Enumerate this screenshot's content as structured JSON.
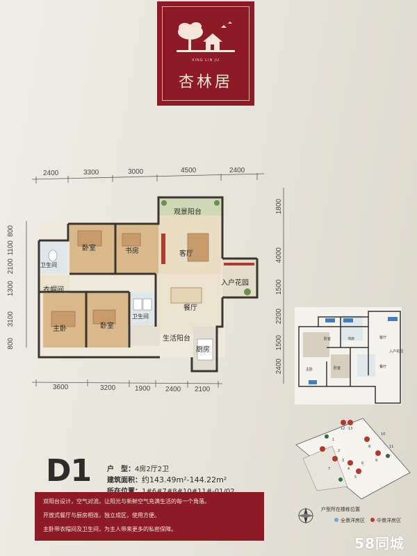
{
  "logo": {
    "name": "杏林居",
    "subtitle": "XING LIN JU"
  },
  "dimensions": {
    "top": [
      "2400",
      "3300",
      "3000",
      "4500",
      "2400"
    ],
    "bottom": [
      "3600",
      "3200",
      "1900",
      "2400",
      "2100"
    ],
    "left": [
      "800",
      "1100",
      "2100",
      "1300",
      "3100",
      "800"
    ],
    "right": [
      "1800",
      "4000",
      "1500",
      "2200",
      "1500",
      "2400"
    ]
  },
  "rooms": {
    "balcony_view": "观景阳台",
    "bedroom_1": "卧室",
    "study": "书房",
    "living_room": "客厅",
    "bathroom_small": "卫生间",
    "cloakroom": "衣帽间",
    "entrance_garden": "入户花园",
    "dining": "餐厅",
    "master_bedroom": "主卧",
    "bedroom_2": "卧室",
    "bathroom_2": "卫生间",
    "utility_balcony": "生活阳台",
    "kitchen": "厨房"
  },
  "unit": {
    "code": "D1",
    "type_label": "户　型：",
    "type_value": "4房2厅2卫",
    "area_label": "建筑面积：",
    "area_value": "约143.49m²-144.22m²",
    "location_label": "所在位置：",
    "location_value": "1#6#7#8#10#11#-01/02"
  },
  "features": [
    "双阳台设计，空气对流，让阳光与新鲜空气充满生活的每一个角落。",
    "开放式餐厅与厨房相连，独立成区，使用方便。",
    "主卧带衣帽间及卫生间，为主人带来更多的私密保障。"
  ],
  "mini_plan_labels": {
    "bedroom_a": "卧室",
    "study": "书房",
    "living": "客厅",
    "master": "主卧",
    "bedroom_b": "卧室",
    "dining": "餐厅",
    "entry": "入户花园"
  },
  "site_plan": {
    "legend_title": "户型所在楼栋位置",
    "legend_items": [
      "全景洋房区",
      "中景洋房区"
    ],
    "building_numbers": [
      "12",
      "13",
      "1",
      "2",
      "3",
      "4",
      "5",
      "6",
      "8",
      "9",
      "10",
      "11",
      "7"
    ]
  },
  "watermark": "58同城",
  "colors": {
    "brand_red": "#8e1a26",
    "paper": "#e9e6dc",
    "wall": "#3b3532",
    "wood_floor": "#d9b98a",
    "highlight_blue": "#3f7fc0"
  }
}
